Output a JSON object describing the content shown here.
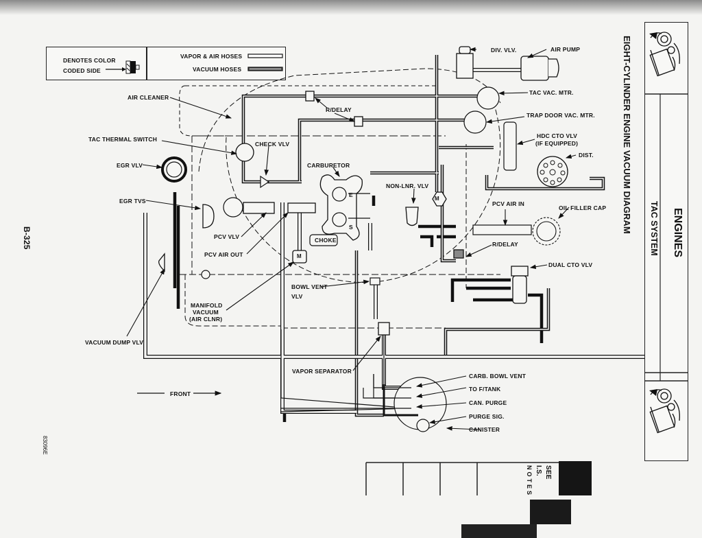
{
  "page": {
    "page_number": "B-325",
    "figure_code": "83096E",
    "diagram_title": "EIGHT-CYLINDER ENGINE VACUUM DIAGRAM",
    "section": "ENGINES",
    "subsection": "TAC SYSTEM",
    "tab_note": [
      "SEE",
      "I.S.",
      "NOTES"
    ]
  },
  "legend": {
    "color_coded_line1": "DENOTES COLOR",
    "color_coded_line2": "CODED SIDE",
    "vapor_air_hoses": "VAPOR & AIR HOSES",
    "vacuum_hoses": "VACUUM HOSES"
  },
  "labels": {
    "div_vlv": "DIV. VLV.",
    "air_pump": "AIR PUMP",
    "air_cleaner": "AIR CLEANER",
    "tac_vac_mtr": "TAC VAC. MTR.",
    "r_delay_top": "R/DELAY",
    "trap_door_vac_mtr": "TRAP DOOR VAC. MTR.",
    "hdc_cto_vlv_1": "HDC CTO VLV",
    "hdc_cto_vlv_2": "(IF EQUIPPED)",
    "tac_thermal_switch": "TAC THERMAL SWITCH",
    "check_vlv": "CHECK VLV",
    "dist": "DIST.",
    "egr_vlv": "EGR VLV",
    "carburetor": "CARBURETOR",
    "non_lnr_vlv": "NON-LNR. VLV",
    "egr_tvs": "EGR TVS",
    "pcv_air_in": "PCV AIR IN",
    "oil_filler_cap": "OIL FILLER CAP",
    "pcv_vlv": "PCV VLV",
    "choke": "CHOKE",
    "r_delay_mid": "R/DELAY",
    "pcv_air_out": "PCV AIR OUT",
    "dual_cto_vlv": "DUAL CTO VLV",
    "bowl_vent_vlv_1": "BOWL VENT",
    "bowl_vent_vlv_2": "VLV",
    "manifold_vacuum_1": "MANIFOLD",
    "manifold_vacuum_2": "VACUUM",
    "manifold_vacuum_3": "(AIR CLNR)",
    "vacuum_dump_vlv": "VACUUM DUMP VLV",
    "vapor_separator": "VAPOR SEPARATOR",
    "carb_bowl_vent": "CARB. BOWL VENT",
    "to_f_tank": "TO F/TANK",
    "can_purge": "CAN. PURGE",
    "purge_sig": "PURGE SIG.",
    "canister": "CANISTER",
    "front": "FRONT",
    "carb_port_e": "E",
    "carb_port_s": "S",
    "motor_m1": "M",
    "motor_m2": "M"
  }
}
